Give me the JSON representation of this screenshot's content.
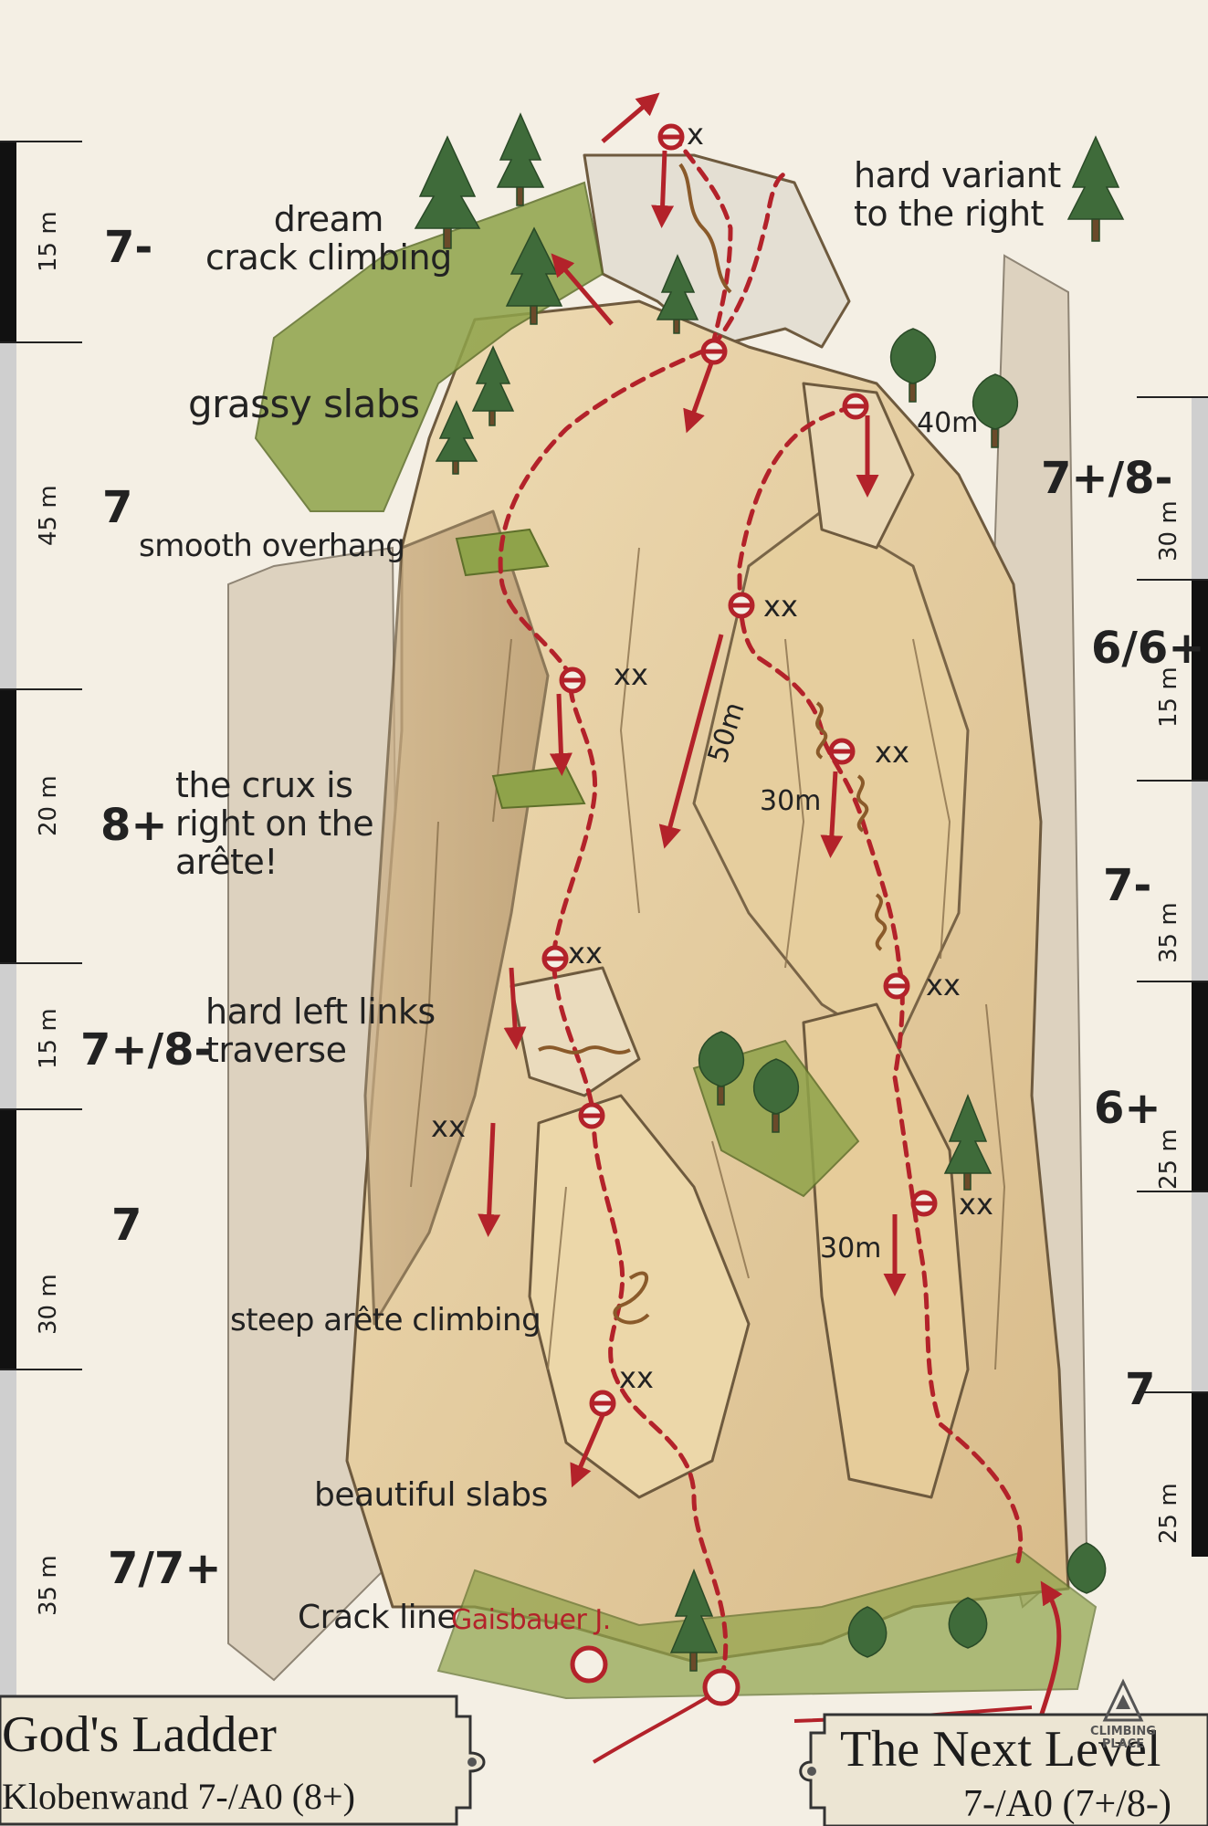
{
  "topo": {
    "left_route": {
      "title": "God's Ladder",
      "subtitle": "Klobenwand 7-/A0 (8+)",
      "pitches": [
        {
          "length": "15 m",
          "grade": "7-",
          "note": "dream\ncrack climbing"
        },
        {
          "length": "45 m",
          "grade": "7",
          "note": "smooth overhang"
        },
        {
          "length": "20 m",
          "grade": "8+",
          "note": "the crux is\nright on the\narête!"
        },
        {
          "length": "15 m",
          "grade": "7+/8-",
          "note": "hard left links\ntraverse"
        },
        {
          "length": "30 m",
          "grade": "7",
          "note": "steep arête climbing"
        },
        {
          "length": "35 m",
          "grade": "7/7+",
          "note": "beautiful slabs"
        }
      ]
    },
    "right_route": {
      "title": "The Next Level",
      "subtitle": "7-/A0 (7+/8-)",
      "pitches": [
        {
          "length": "30 m",
          "grade": "7+/8-"
        },
        {
          "length": "15 m",
          "grade": "6/6+"
        },
        {
          "length": "35 m",
          "grade": "7-"
        },
        {
          "length": "25 m",
          "grade": "6+"
        },
        {
          "length": "25 m",
          "grade": "7"
        }
      ]
    },
    "annotations": {
      "grassy_slabs": "grassy slabs",
      "hard_variant": "hard variant\nto the right",
      "crack_line": "Crack line",
      "first_ascent": "Gaisbauer J."
    },
    "rappels": {
      "r40": "40m",
      "r50": "50m",
      "r30a": "30m",
      "r30b": "30m"
    },
    "bolts": {
      "b_top": "x",
      "b1": "xx",
      "b2": "xx",
      "b3": "xx",
      "b4": "xx",
      "b5": "xx",
      "b6": "xx",
      "b7": "xx",
      "b8": "xx",
      "b9": "xx"
    },
    "logo_text": "CLIMBING PLACE",
    "colors": {
      "route": "#b3222a",
      "rock": "#e9d3a6",
      "rock_shade": "#c9a978",
      "grass": "#7d8f3a",
      "tree": "#3f6b3a",
      "ruler": "#111111"
    }
  }
}
